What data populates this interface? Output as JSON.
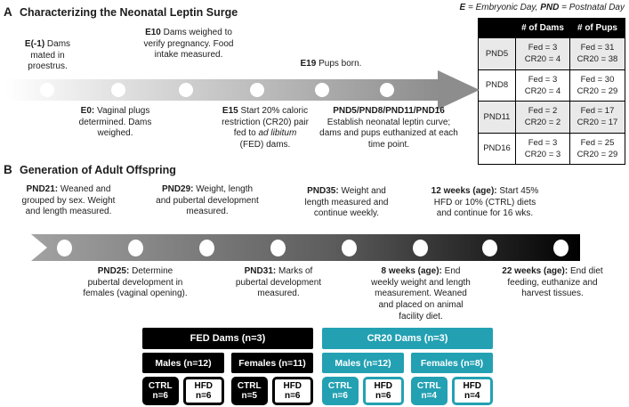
{
  "panel_a": {
    "label": "A",
    "title": "Characterizing the Neonatal Leptin Surge",
    "events": [
      {
        "prefix": "E(-1)",
        "text": " Dams mated in proestrus."
      },
      {
        "prefix": "E0:",
        "text": " Vaginal plugs determined. Dams weighed."
      },
      {
        "prefix": "E10",
        "text": " Dams weighed to verify pregnancy. Food intake measured."
      },
      {
        "prefix": "E15",
        "text": " Start 20% caloric restriction (CR20) pair fed to ",
        "italic": "ad libitum",
        "text2": " (FED) dams."
      },
      {
        "prefix": "E19",
        "text": " Pups born."
      },
      {
        "prefix": "PND5/PND8/PND11/PND16",
        "text": " Establish neonatal leptin curve; dams and pups euthanized at each time point."
      }
    ]
  },
  "note": {
    "bold1": "E",
    "text1": " = Embryonic Day, ",
    "bold2": "PND",
    "text2": " = Postnatal Day"
  },
  "table": {
    "col_headers": [
      "# of Dams",
      "# of Pups"
    ],
    "rows": [
      {
        "label": "PND5",
        "dams_fed": "Fed = 3",
        "dams_cr": "CR20 = 4",
        "pups_fed": "Fed = 31",
        "pups_cr": "CR20 = 38"
      },
      {
        "label": "PND8",
        "dams_fed": "Fed = 3",
        "dams_cr": "CR20 = 4",
        "pups_fed": "Fed = 30",
        "pups_cr": "CR20 = 29"
      },
      {
        "label": "PND11",
        "dams_fed": "Fed = 2",
        "dams_cr": "CR20 = 2",
        "pups_fed": "Fed = 17",
        "pups_cr": "CR20 = 17"
      },
      {
        "label": "PND16",
        "dams_fed": "Fed = 3",
        "dams_cr": "CR20 = 3",
        "pups_fed": "Fed = 25",
        "pups_cr": "CR20 = 29"
      }
    ]
  },
  "panel_b": {
    "label": "B",
    "title": "Generation of Adult Offspring",
    "events": [
      {
        "prefix": "PND21:",
        "text": " Weaned and grouped by sex. Weight and length measured."
      },
      {
        "prefix": "PND25:",
        "text": " Determine pubertal development in females (vaginal opening)."
      },
      {
        "prefix": "PND29:",
        "text": " Weight, length and pubertal development measured."
      },
      {
        "prefix": "PND31:",
        "text": " Marks of pubertal development measured."
      },
      {
        "prefix": "PND35:",
        "text": " Weight and length measured and continue weekly."
      },
      {
        "prefix": "8 weeks (age):",
        "text": " End weekly weight and length measurement. Weaned and placed on animal facility diet."
      },
      {
        "prefix": "12 weeks (age):",
        "text": " Start 45% HFD or 10% (CTRL) diets and continue for 16 wks."
      },
      {
        "prefix": "22 weeks (age):",
        "text": " End diet feeding, euthanize and harvest tissues."
      }
    ]
  },
  "tree": {
    "fed": {
      "parent": "FED Dams (n=3)",
      "groups": [
        {
          "label": "Males (n=12)",
          "ctrl_l1": "CTRL",
          "ctrl_l2": "n=6",
          "hfd_l1": "HFD",
          "hfd_l2": "n=6"
        },
        {
          "label": "Females (n=11)",
          "ctrl_l1": "CTRL",
          "ctrl_l2": "n=5",
          "hfd_l1": "HFD",
          "hfd_l2": "n=6"
        }
      ]
    },
    "cr20": {
      "parent": "CR20 Dams (n=3)",
      "groups": [
        {
          "label": "Males (n=12)",
          "ctrl_l1": "CTRL",
          "ctrl_l2": "n=6",
          "hfd_l1": "HFD",
          "hfd_l2": "n=6"
        },
        {
          "label": "Females (n=8)",
          "ctrl_l1": "CTRL",
          "ctrl_l2": "n=4",
          "hfd_l1": "HFD",
          "hfd_l2": "n=4"
        }
      ]
    }
  },
  "colors": {
    "teal": "#23a1b3",
    "black": "#000000",
    "arrow_gray": "#8d8d8d"
  }
}
